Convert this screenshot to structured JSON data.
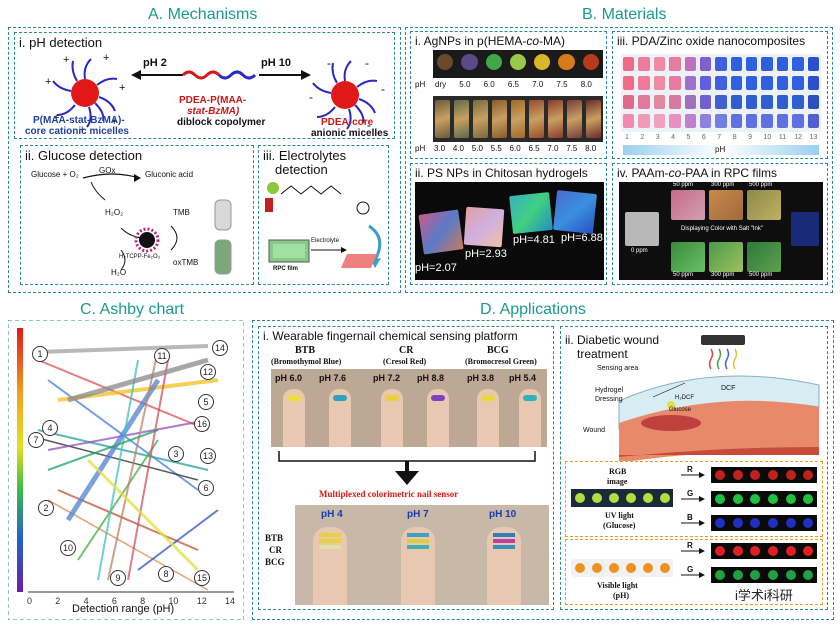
{
  "titles": {
    "a": "A. Mechanisms",
    "b": "B. Materials",
    "c": "C. Ashby chart",
    "d": "D. Applications"
  },
  "a": {
    "ph_title": "i. pH detection",
    "ph2": "pH 2",
    "ph10": "pH 10",
    "left_line1": "P(MAA-stat-BzMA)-",
    "left_line2": "core cationic micelles",
    "mid_line1": "PDEA",
    "mid_line1b": "-P(MAA-",
    "mid_line2": "stat-BzMA)",
    "mid_line3": "diblock copolymer",
    "right_line1": "PDEA-core",
    "right_line2": "anionic micelles",
    "glucose_title": "ii. Glucose detection",
    "glucose_eq": "Glucose + O",
    "gox": "GOx",
    "gluconic": "Gluconic acid",
    "h2o2": "H",
    "tmb": "TMB",
    "oxtmb": "oxTMB",
    "h2o": "H",
    "catalyst": "H",
    "electrolytes_title1": "iii. Electrolytes",
    "electrolytes_title2": "detection",
    "electrolyte": "Electrolyte",
    "rpc_film": "RPC film"
  },
  "b": {
    "agnp_title": "i. AgNPs in p(HEMA-co-MA)",
    "ph_label": "pH",
    "row1": [
      "dry",
      "5.0",
      "6.0",
      "6.5",
      "7.0",
      "7.5",
      "8.0"
    ],
    "row2": [
      "3.0",
      "4.0",
      "5.0",
      "5.5",
      "6.0",
      "6.5",
      "7.0",
      "7.5",
      "8.0"
    ],
    "row1_colors": [
      "#6a4a28",
      "#5a4a8a",
      "#3fa84a",
      "#9ac84a",
      "#d8b62a",
      "#d67a1a",
      "#b83a18"
    ],
    "row2_colors": [
      "#6a5a3a",
      "#5a6a4a",
      "#7a6a3a",
      "#8a5a2a",
      "#a06a2a",
      "#9a4a2a",
      "#8a3a2a",
      "#7a3a3a",
      "#6a2a2a"
    ],
    "pda_title": "iii. PDA/Zinc oxide nanocomposites",
    "pda_cols": [
      "1",
      "2",
      "3",
      "4",
      "5",
      "6",
      "7",
      "8",
      "9",
      "10",
      "11",
      "12",
      "13"
    ],
    "pda_ph": "pH",
    "ps_title": "ii. PS NPs in Chitosan hydrogels",
    "ps_labels": [
      "pH=2.07",
      "pH=2.93",
      "pH=4.81",
      "pH=6.88"
    ],
    "paam_title": "iv. PAAm-co-PAA in RPC films",
    "paam_top": [
      "50 ppm",
      "300 ppm",
      "500 ppm"
    ],
    "paam_bottom": [
      "50 ppm",
      "300 ppm",
      "500 ppm"
    ],
    "paam_zero": "0 ppm",
    "paam_caption": "Displaying Color with Salt \"Ink\""
  },
  "c": {
    "xlabel": "Detection range (pH)",
    "xticks": [
      "0",
      "2",
      "4",
      "6",
      "8",
      "10",
      "12",
      "14"
    ],
    "bubbles": [
      "1",
      "2",
      "3",
      "4",
      "5",
      "6",
      "7",
      "8",
      "9",
      "10",
      "11",
      "12",
      "13",
      "14",
      "15",
      "16"
    ]
  },
  "d": {
    "nail_title": "i. Wearable fingernail chemical sensing platform",
    "btb": "BTB",
    "btb_full": "(Bromothymol   Blue)",
    "cr": "CR",
    "cr_full": "(Cresol Red)",
    "bcg": "BCG",
    "bcg_full": "(Bromocresol Green)",
    "btb_ph": [
      "pH 6.0",
      "pH 7.6"
    ],
    "cr_ph": [
      "pH 7.2",
      "pH 8.8"
    ],
    "bcg_ph": [
      "pH 3.8",
      "pH 5.4"
    ],
    "multiplex": "Multiplexed colorimetric nail sensor",
    "bottom_ph": [
      "pH 4",
      "pH 7",
      "pH 10"
    ],
    "side_labels": [
      "BTB",
      "CR",
      "BCG"
    ],
    "wound_title1": "ii. Diabetic wound",
    "wound_title2": "treatment",
    "sensing_area": "Sensing area",
    "hydrogel": "Hydrogel",
    "dressing": "Dressing",
    "wound": "Wound",
    "dcf": "DCF",
    "h2dcf": "H",
    "glucose": "Glucose",
    "rgb_image": "RGB",
    "rgb_image2": "image",
    "uv_light": "UV light",
    "glucose_paren": "(Glucose)",
    "r": "R",
    "g": "G",
    "b": "B",
    "visible_light": "Visible light",
    "visible_ph": "(pH)",
    "watermark": "i学术i科研"
  }
}
